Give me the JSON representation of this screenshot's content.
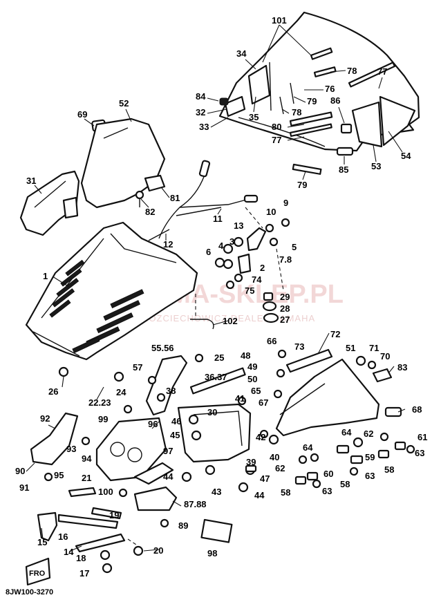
{
  "diagram": {
    "drawing_code": "8JW100-3270",
    "front_badge": "FRO",
    "watermark": {
      "main": "YAMA-SKLEP.PL",
      "sub": "ROZCIECHOWICZ DEALER YAMAHA"
    },
    "callouts": [
      {
        "id": "c101",
        "text": "101"
      },
      {
        "id": "c34",
        "text": "34"
      },
      {
        "id": "c78a",
        "text": "78"
      },
      {
        "id": "c77a",
        "text": "77"
      },
      {
        "id": "c84",
        "text": "84"
      },
      {
        "id": "c76",
        "text": "76"
      },
      {
        "id": "c79a",
        "text": "79"
      },
      {
        "id": "c86",
        "text": "86"
      },
      {
        "id": "c32",
        "text": "32"
      },
      {
        "id": "c35",
        "text": "35"
      },
      {
        "id": "c78b",
        "text": "78"
      },
      {
        "id": "c33",
        "text": "33"
      },
      {
        "id": "c80",
        "text": "80"
      },
      {
        "id": "c77b",
        "text": "77"
      },
      {
        "id": "c54",
        "text": "54"
      },
      {
        "id": "c85",
        "text": "85"
      },
      {
        "id": "c53",
        "text": "53"
      },
      {
        "id": "c79b",
        "text": "79"
      },
      {
        "id": "c69",
        "text": "69"
      },
      {
        "id": "c52",
        "text": "52"
      },
      {
        "id": "c31",
        "text": "31"
      },
      {
        "id": "c81",
        "text": "81"
      },
      {
        "id": "c82",
        "text": "82"
      },
      {
        "id": "c11",
        "text": "11"
      },
      {
        "id": "c9",
        "text": "9"
      },
      {
        "id": "c10",
        "text": "10"
      },
      {
        "id": "c13",
        "text": "13"
      },
      {
        "id": "c12",
        "text": "12"
      },
      {
        "id": "c5",
        "text": "5"
      },
      {
        "id": "c6",
        "text": "6"
      },
      {
        "id": "c4",
        "text": "4"
      },
      {
        "id": "c3",
        "text": "3"
      },
      {
        "id": "c78c",
        "text": "7.8"
      },
      {
        "id": "c2",
        "text": "2"
      },
      {
        "id": "c1",
        "text": "1"
      },
      {
        "id": "c74",
        "text": "74"
      },
      {
        "id": "c75",
        "text": "75"
      },
      {
        "id": "c29",
        "text": "29"
      },
      {
        "id": "c28",
        "text": "28"
      },
      {
        "id": "c27",
        "text": "27"
      },
      {
        "id": "c102",
        "text": "102"
      },
      {
        "id": "c72",
        "text": "72"
      },
      {
        "id": "c66",
        "text": "66"
      },
      {
        "id": "c73",
        "text": "73"
      },
      {
        "id": "c51",
        "text": "51"
      },
      {
        "id": "c71",
        "text": "71"
      },
      {
        "id": "c70",
        "text": "70"
      },
      {
        "id": "c5556",
        "text": "55.56"
      },
      {
        "id": "c25",
        "text": "25"
      },
      {
        "id": "c48",
        "text": "48"
      },
      {
        "id": "c49",
        "text": "49"
      },
      {
        "id": "c83",
        "text": "83"
      },
      {
        "id": "c26",
        "text": "26"
      },
      {
        "id": "c57",
        "text": "57"
      },
      {
        "id": "c3637",
        "text": "36.37"
      },
      {
        "id": "c50",
        "text": "50"
      },
      {
        "id": "c65",
        "text": "65"
      },
      {
        "id": "c67",
        "text": "67"
      },
      {
        "id": "c24",
        "text": "24"
      },
      {
        "id": "c2223",
        "text": "22.23"
      },
      {
        "id": "c38",
        "text": "38"
      },
      {
        "id": "c41",
        "text": "41"
      },
      {
        "id": "c68",
        "text": "68"
      },
      {
        "id": "c99",
        "text": "99"
      },
      {
        "id": "c46",
        "text": "46"
      },
      {
        "id": "c30",
        "text": "30"
      },
      {
        "id": "c92",
        "text": "92"
      },
      {
        "id": "c96",
        "text": "96"
      },
      {
        "id": "c45",
        "text": "45"
      },
      {
        "id": "c64a",
        "text": "64"
      },
      {
        "id": "c62a",
        "text": "62"
      },
      {
        "id": "c61",
        "text": "61"
      },
      {
        "id": "c42",
        "text": "42"
      },
      {
        "id": "c64b",
        "text": "64"
      },
      {
        "id": "c63a",
        "text": "63"
      },
      {
        "id": "c93",
        "text": "93"
      },
      {
        "id": "c97",
        "text": "97"
      },
      {
        "id": "c40",
        "text": "40"
      },
      {
        "id": "c59",
        "text": "59"
      },
      {
        "id": "c94",
        "text": "94"
      },
      {
        "id": "c39",
        "text": "39"
      },
      {
        "id": "c62b",
        "text": "62"
      },
      {
        "id": "c58a",
        "text": "58"
      },
      {
        "id": "c60",
        "text": "60"
      },
      {
        "id": "c90",
        "text": "90"
      },
      {
        "id": "c95",
        "text": "95"
      },
      {
        "id": "c44a",
        "text": "44"
      },
      {
        "id": "c47",
        "text": "47"
      },
      {
        "id": "c63b",
        "text": "63"
      },
      {
        "id": "c21",
        "text": "21"
      },
      {
        "id": "c91",
        "text": "91"
      },
      {
        "id": "c43",
        "text": "43"
      },
      {
        "id": "c58b",
        "text": "58"
      },
      {
        "id": "c58c",
        "text": "58"
      },
      {
        "id": "c63c",
        "text": "63"
      },
      {
        "id": "c44b",
        "text": "44"
      },
      {
        "id": "c100",
        "text": "100"
      },
      {
        "id": "c8788",
        "text": "87.88"
      },
      {
        "id": "c19",
        "text": "19"
      },
      {
        "id": "c15",
        "text": "15"
      },
      {
        "id": "c16",
        "text": "16"
      },
      {
        "id": "c89",
        "text": "89"
      },
      {
        "id": "c14",
        "text": "14"
      },
      {
        "id": "c20",
        "text": "20"
      },
      {
        "id": "c18",
        "text": "18"
      },
      {
        "id": "c98",
        "text": "98"
      },
      {
        "id": "c17",
        "text": "17"
      }
    ]
  }
}
